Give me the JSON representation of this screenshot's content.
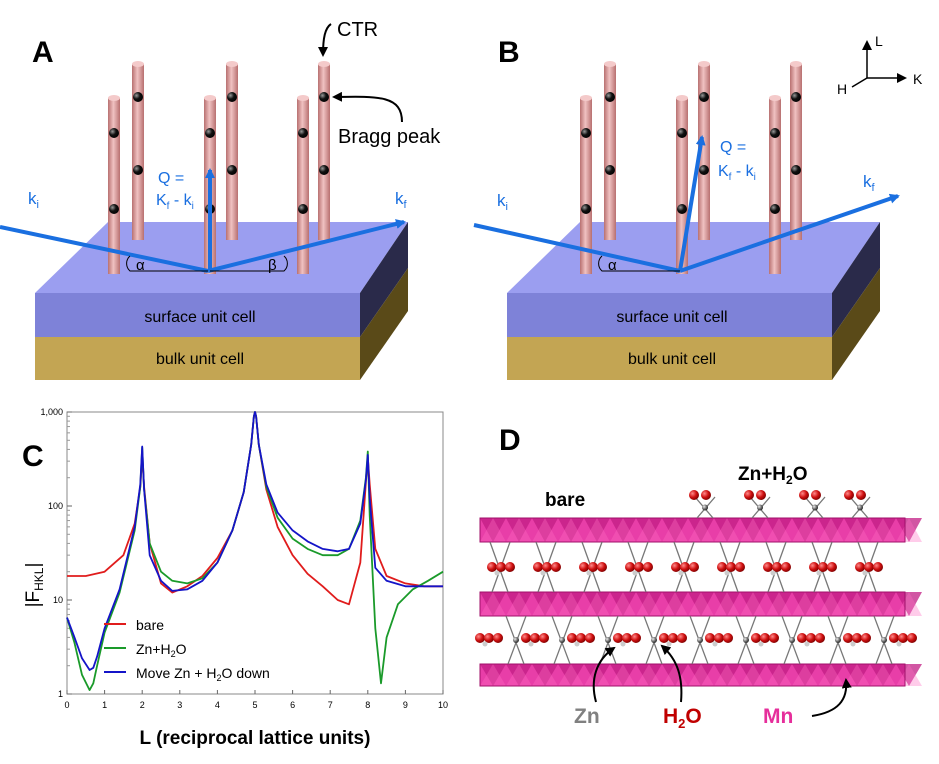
{
  "panels": {
    "a": {
      "label": "A",
      "ctr": "CTR",
      "bragg": "Bragg peak",
      "ki": "k",
      "ki_sub": "i",
      "kf": "k",
      "kf_sub": "f",
      "q_line1": "Q =",
      "q_K": "K",
      "q_f": "f",
      "q_minus": " - k",
      "q_i": "i",
      "alpha": "α",
      "beta": "β",
      "surface": "surface unit cell",
      "bulk": "bulk unit cell"
    },
    "b": {
      "label": "B",
      "ki": "k",
      "ki_sub": "i",
      "kf": "k",
      "kf_sub": "f",
      "q_line1": "Q =",
      "q_K": "K",
      "q_f": "f",
      "q_minus": " - k",
      "q_i": "i",
      "alpha": "α",
      "surface": "surface unit cell",
      "bulk": "bulk unit cell",
      "axes": {
        "L": "L",
        "H": "H",
        "K": "K"
      }
    },
    "c": {
      "label": "C"
    },
    "d": {
      "label": "D",
      "bare": "bare",
      "zn_h2o_main": "Zn+H",
      "zn_h2o_sub": "2",
      "zn_h2o_tail": "O",
      "zn": "Zn",
      "h2o_main": "H",
      "h2o_sub": "2",
      "h2o_tail": "O",
      "mn": "Mn"
    }
  },
  "colors": {
    "blue": "#1a6fe0",
    "surface": "#8a8ee0",
    "bulk": "#c9aa55",
    "rod": "#d69b9b",
    "mn": "#e83ea8",
    "o": "#d01010",
    "zn_text": "#808080",
    "h2o_text": "#c00000",
    "mn_text": "#e62e9b"
  },
  "chart_data": {
    "type": "line",
    "xlabel": "L (reciprocal lattice units)",
    "ylabel_main": "|F",
    "ylabel_sub": "HKL",
    "ylabel_tail": "|",
    "yscale": "log",
    "xlim": [
      0,
      10
    ],
    "ylim": [
      1,
      1000
    ],
    "xticks": [
      "0",
      "1",
      "2",
      "3",
      "4",
      "5",
      "6",
      "7",
      "8",
      "9",
      "10"
    ],
    "yticks": [
      {
        "v": 1,
        "t": "1"
      },
      {
        "v": 10,
        "t": "10"
      },
      {
        "v": 100,
        "t": "100"
      },
      {
        "v": 1000,
        "t": "1,000"
      }
    ],
    "legend": [
      {
        "name": "bare",
        "color": "#e01c1c"
      },
      {
        "name": "Zn+H",
        "sub": "2",
        "tail": "O",
        "color": "#1a9a2a"
      },
      {
        "name": "Move Zn + H",
        "sub": "2",
        "tail": "O down",
        "color": "#1414c8"
      }
    ],
    "series": [
      {
        "name": "bare",
        "color": "#e01c1c",
        "x": [
          0,
          0.5,
          1,
          1.5,
          1.8,
          1.95,
          2,
          2.05,
          2.2,
          2.5,
          2.8,
          3.2,
          3.6,
          4,
          4.4,
          4.7,
          4.9,
          4.97,
          5,
          5.03,
          5.1,
          5.3,
          5.6,
          6,
          6.4,
          6.8,
          7.2,
          7.5,
          7.8,
          7.95,
          8,
          8.05,
          8.2,
          8.5,
          9,
          9.5,
          10
        ],
        "y": [
          18,
          18,
          20,
          30,
          65,
          160,
          340,
          160,
          40,
          15,
          12,
          14,
          18,
          28,
          55,
          140,
          450,
          900,
          1000,
          900,
          450,
          150,
          60,
          30,
          19,
          14,
          10,
          9,
          25,
          180,
          330,
          170,
          35,
          18,
          15,
          14,
          14
        ]
      },
      {
        "name": "Zn+H2O",
        "color": "#1a9a2a",
        "x": [
          0,
          0.2,
          0.4,
          0.6,
          0.7,
          0.8,
          1,
          1.4,
          1.8,
          1.95,
          2,
          2.05,
          2.2,
          2.5,
          2.8,
          3.2,
          3.6,
          4,
          4.4,
          4.7,
          4.9,
          4.97,
          5,
          5.03,
          5.1,
          5.3,
          5.6,
          6,
          6.4,
          6.8,
          7.2,
          7.5,
          7.8,
          7.95,
          8,
          8.05,
          8.2,
          8.35,
          8.5,
          8.8,
          9.2,
          9.6,
          10
        ],
        "y": [
          6.5,
          3.5,
          1.6,
          1.1,
          1.3,
          2,
          4.5,
          12,
          55,
          160,
          420,
          150,
          40,
          20,
          16,
          15,
          17,
          25,
          55,
          140,
          450,
          900,
          1000,
          900,
          450,
          160,
          75,
          45,
          35,
          30,
          30,
          35,
          70,
          200,
          380,
          80,
          5,
          1.3,
          4,
          9,
          13,
          16,
          20
        ]
      },
      {
        "name": "Move Zn + H2O down",
        "color": "#1414c8",
        "x": [
          0,
          0.2,
          0.4,
          0.6,
          0.7,
          0.8,
          1,
          1.4,
          1.8,
          1.95,
          2,
          2.05,
          2.2,
          2.5,
          2.8,
          3.2,
          3.6,
          4,
          4.4,
          4.7,
          4.9,
          4.97,
          5,
          5.03,
          5.1,
          5.3,
          5.6,
          6,
          6.4,
          6.8,
          7.2,
          7.5,
          7.8,
          7.95,
          8,
          8.05,
          8.2,
          8.5,
          9,
          9.5,
          10
        ],
        "y": [
          6.5,
          4,
          2.4,
          1.8,
          1.9,
          2.5,
          5,
          13,
          60,
          170,
          430,
          150,
          30,
          16,
          12.5,
          13,
          16,
          25,
          55,
          140,
          450,
          900,
          1000,
          900,
          450,
          170,
          85,
          55,
          42,
          35,
          33,
          35,
          65,
          190,
          350,
          120,
          22,
          16,
          14,
          14,
          14
        ]
      }
    ]
  }
}
